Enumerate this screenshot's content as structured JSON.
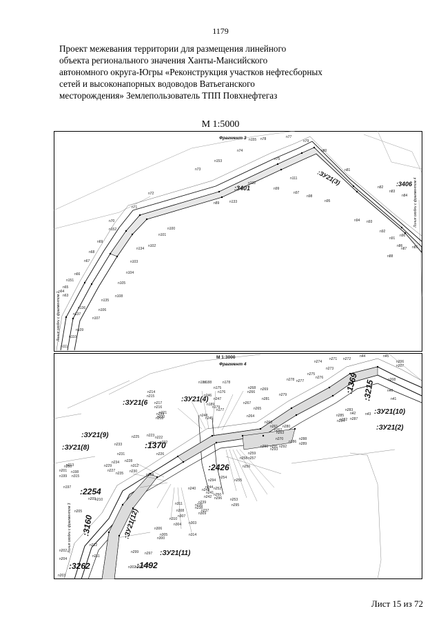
{
  "page_number": "1179",
  "title_lines": [
    "Проект межевания территории для размещения линейного",
    "объекта регионального значения Ханты-Мансийского",
    "автономного округа-Югры «Реконструкция участков нефтесборных",
    "сетей и высоконапорных водоводов Ватьеганского",
    "месторождения» Землепользователь ТПП Повхнефтегаз"
  ],
  "main_scale": "М 1:5000",
  "sheet_label": "Лист 15 из 72",
  "map1": {
    "fragment_title": "Фрагмент 3",
    "plot_3401": ":3401",
    "plot_3406": ":3406",
    "parcel_zu21_3": ":ЗУ21(3)",
    "side_left": "Линия сводки с фрагментом 2",
    "side_right": "Линия сводки с фрагментом 4",
    "points": [
      "n153",
      "n155",
      "n78",
      "n77",
      "n79",
      "n74",
      "n75",
      "n80",
      "n73",
      "n132",
      "n111",
      "n99",
      "n81",
      "n82",
      "n83",
      "n84",
      "n72",
      "n97",
      "n98",
      "n95",
      "n71",
      "n89",
      "n133",
      "n70",
      "n101",
      "n152",
      "n100",
      "n69",
      "n102",
      "n134",
      "n94",
      "n93",
      "n92",
      "n91",
      "n90",
      "n68",
      "n103",
      "n67",
      "n66",
      "n104",
      "n105",
      "n65",
      "n64",
      "n63",
      "n108",
      "n135",
      "n106",
      "n107",
      "n136",
      "n137",
      "n109",
      "n110",
      "n111",
      "n86",
      "n87",
      "n88",
      "n85",
      "n151"
    ]
  },
  "map2": {
    "scale": "М 1:3000",
    "fragment_title": "Фрагмент 4",
    "parcels": {
      "zu21_6": ":ЗУ21(6",
      "zu21_4": ":ЗУ21(4)",
      "zu21_9": ":ЗУ21(9)",
      "zu21_8": ":ЗУ21(8)",
      "zu21_12": ":ЗУ21(12)",
      "zu21_11": ":ЗУ21(11)",
      "zu21_10": ":ЗУ21(10)",
      "zu21_2": ":ЗУ21(2)"
    },
    "plots": {
      "p1370": ":1370",
      "p2426": ":2426",
      "p2254": ":2254",
      "p3160": ":3160",
      "p3262": ":3262",
      "p1492": ":1492",
      "p1369": ":1369",
      "p3215": ":3215"
    },
    "side_left": "Линия сводки с фрагментом 3",
    "points": [
      "n44",
      "n45",
      "n206",
      "n207",
      "n208",
      "n40",
      "n41",
      "n42",
      "n43",
      "n274",
      "n273",
      "n272",
      "n271",
      "n275",
      "n276",
      "n277",
      "n278",
      "n279",
      "n281",
      "n280",
      "n282",
      "n283",
      "n284",
      "n285",
      "n286",
      "n287",
      "n175",
      "n176",
      "n177",
      "n178",
      "n179",
      "n180",
      "n188",
      "n189",
      "n214",
      "n215",
      "n216",
      "n217",
      "n218",
      "n219",
      "n220",
      "n221",
      "n222",
      "n223",
      "n224",
      "n225",
      "n226",
      "n227",
      "n228",
      "n229",
      "n230",
      "n231",
      "n232",
      "n233",
      "n234",
      "n235",
      "n236",
      "n237",
      "n238",
      "n239",
      "n240",
      "n241",
      "n242",
      "n243",
      "n244",
      "n245",
      "n246",
      "n247",
      "n248",
      "n250",
      "n252",
      "n253",
      "n254",
      "n255",
      "n256",
      "n257",
      "n258",
      "n259",
      "n260",
      "n261",
      "n262",
      "n263",
      "n264",
      "n265",
      "n266",
      "n267",
      "n268",
      "n269",
      "n270",
      "n288",
      "n289",
      "n290",
      "n291",
      "n292",
      "n293",
      "n294",
      "n295",
      "n296",
      "n297",
      "n298",
      "n299",
      "n300",
      "n301",
      "n302",
      "n303",
      "n304",
      "n305",
      "n306",
      "n307",
      "n308",
      "n309",
      "n310",
      "n311",
      "n312",
      "n313",
      "n314",
      "n315",
      "n197",
      "n198",
      "n199",
      "n200",
      "n201",
      "n202",
      "n203",
      "n204",
      "n205",
      "n209",
      "n210",
      "n211",
      "n212",
      "n213",
      "n86"
    ]
  }
}
